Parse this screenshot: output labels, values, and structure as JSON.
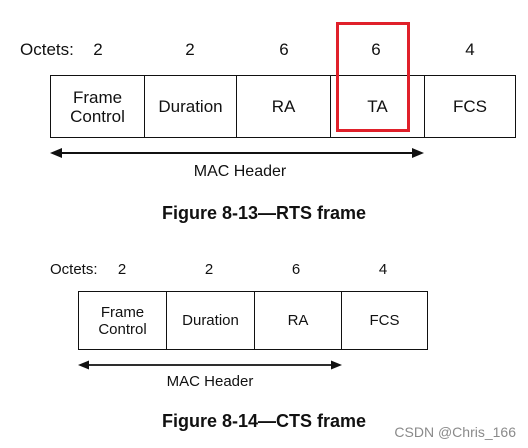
{
  "figure1": {
    "octets_label": "Octets:",
    "octets": [
      "2",
      "2",
      "6",
      "6",
      "4"
    ],
    "fields": [
      "Frame\nControl",
      "Duration",
      "RA",
      "TA",
      "FCS"
    ],
    "header_label": "MAC Header",
    "caption": "Figure 8-13—RTS frame",
    "highlight_color": "#e0202a"
  },
  "figure2": {
    "octets_label": "Octets:",
    "octets": [
      "2",
      "2",
      "6",
      "4"
    ],
    "fields": [
      "Frame\nControl",
      "Duration",
      "RA",
      "FCS"
    ],
    "header_label": "MAC Header",
    "caption": "Figure 8-14—CTS frame"
  },
  "watermark": "CSDN @Chris_166"
}
